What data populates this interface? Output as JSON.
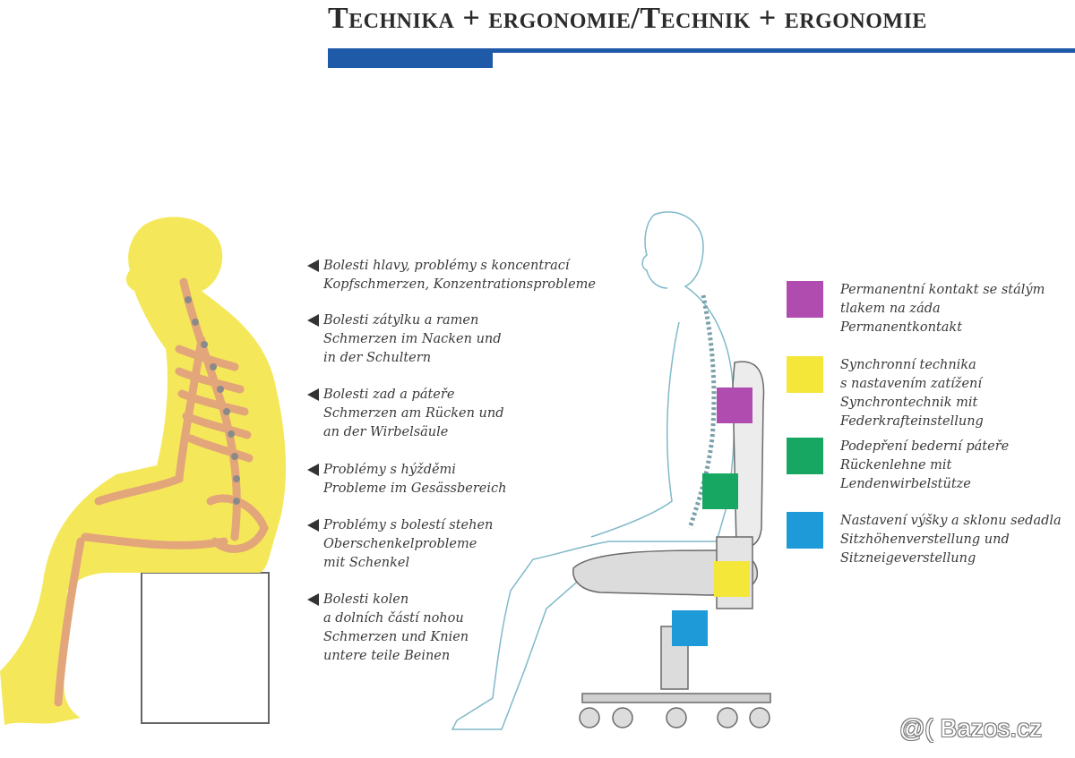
{
  "title": "Technika + ergonomie/Technik + ergonomie",
  "colors": {
    "title_bar": "#1e5aa8",
    "body_yellow": "#f4e85a",
    "bone": "#e3a57a",
    "purple": "#b04cb0",
    "yellow": "#f5e63a",
    "green": "#17a763",
    "blue": "#1f9ad8"
  },
  "annotations": [
    {
      "lines": [
        "Bolesti hlavy, problémy s koncentrací",
        "Kopfschmerzen, Konzentrationsprobleme"
      ]
    },
    {
      "lines": [
        "Bolesti zátylku a ramen",
        "Schmerzen im Nacken und",
        "in der Schultern"
      ]
    },
    {
      "lines": [
        "Bolesti zad a páteře",
        "Schmerzen am Rücken und",
        "an der Wirbelsäule"
      ]
    },
    {
      "lines": [
        "Problémy s hýžděmi",
        "Probleme im Gesässbereich"
      ]
    },
    {
      "lines": [
        "Problémy s bolestí stehen",
        "Oberschenkelprobleme",
        "mit Schenkel"
      ]
    },
    {
      "lines": [
        "Bolesti kolen",
        "a dolních částí nohou",
        "Schmerzen und Knien",
        "untere teile Beinen"
      ]
    }
  ],
  "legend": [
    {
      "color": "#b04cb0",
      "lines": [
        "Permanentní kontakt se stálým",
        "tlakem na záda",
        "Permanentkontakt"
      ]
    },
    {
      "color": "#f5e63a",
      "lines": [
        "Synchronní technika",
        "s nastavením zatížení",
        "Synchrontechnik mit",
        "Federkrafteinstellung"
      ]
    },
    {
      "color": "#17a763",
      "lines": [
        "Podepření bederní páteře",
        "Rückenlehne mit",
        "Lendenwirbelstütze"
      ]
    },
    {
      "color": "#1f9ad8",
      "lines": [
        "Nastavení výšky a sklonu sedadla",
        "Sitzhöhenverstellung und",
        "Sitzneigeverstellung"
      ]
    }
  ],
  "watermark": "@( Bazos.cz"
}
